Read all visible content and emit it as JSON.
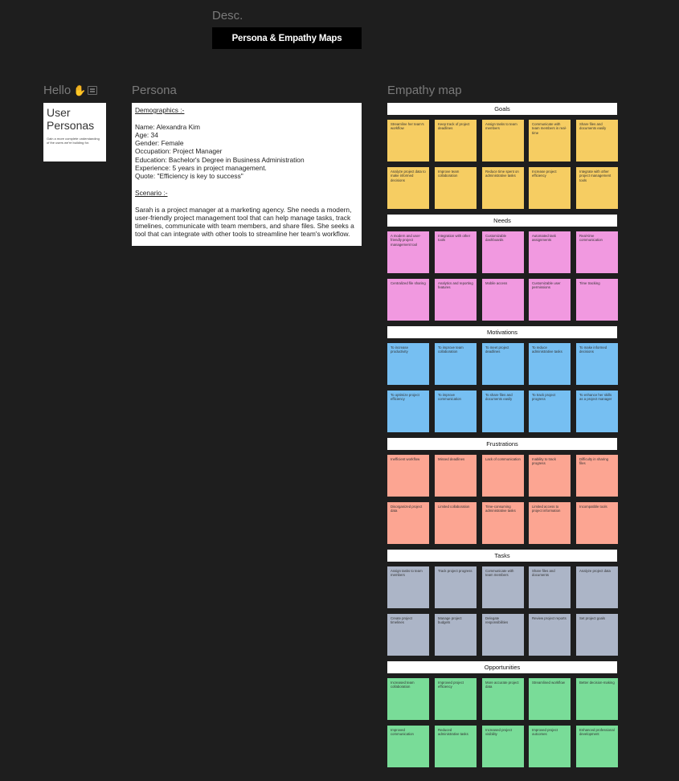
{
  "desc_label": "Desc.",
  "title_banner": "Persona & Empathy Maps",
  "hello": {
    "label": "Hello",
    "icons": [
      "waving-hand-icon",
      "card-icon"
    ]
  },
  "user_card": {
    "title": "User Personas",
    "subtitle": "Gain a more complete understanding of the users we're building for."
  },
  "persona": {
    "label": "Persona",
    "demographics_heading": "Demographics :-",
    "lines": [
      "Name: Alexandra Kim",
      "Age: 34",
      "Gender: Female",
      "Occupation: Project Manager",
      "Education: Bachelor's Degree in Business Administration",
      "Experience: 5 years in project management.",
      "Quote: \"Efficiency is key to success\""
    ],
    "scenario_heading": "Scenario :-",
    "scenario_text": "Sarah is a project manager at a marketing agency. She needs a modern, user-friendly project management tool that can help manage tasks, track timelines, communicate with team members, and share files. She seeks a tool that can integrate with other tools to streamline her team's workflow."
  },
  "empathy": {
    "label": "Empathy map",
    "sections": [
      {
        "title": "Goals",
        "color": "#f6cd62",
        "notes": [
          "Streamline her team's workflow",
          "Keep track of project deadlines",
          "Assign tasks to team members",
          "Communicate with team members in real-time",
          "Share files and documents easily",
          "Analyze project data to make informed decisions",
          "Improve team collaboration",
          "Reduce time spent on administrative tasks",
          "Increase project efficiency",
          "Integrate with other project management tools"
        ]
      },
      {
        "title": "Needs",
        "color": "#f199e0",
        "notes": [
          "A modern and user-friendly project management tool",
          "Integration with other tools",
          "Customizable dashboards",
          "Automated task assignments",
          "Real-time communication",
          "Centralized file sharing",
          "Analytics and reporting features",
          "Mobile access",
          "Customizable user permissions",
          "Time tracking"
        ]
      },
      {
        "title": "Motivations",
        "color": "#76bff2",
        "notes": [
          "To increase productivity",
          "To improve team collaboration",
          "To meet project deadlines",
          "To reduce administrative tasks",
          "To make informed decisions",
          "To optimize project efficiency",
          "To improve communication",
          "To share files and documents easily",
          "To track project progress",
          "To enhance her skills as a project manager"
        ]
      },
      {
        "title": "Frustrations",
        "color": "#fca592",
        "notes": [
          "Inefficient workflow",
          "Missed deadlines",
          "Lack of communication",
          "Inability to track progress",
          "Difficulty in sharing files",
          "Disorganized project data",
          "Limited collaboration",
          "Time-consuming administrative tasks",
          "Limited access to project information",
          "Incompatible tools"
        ]
      },
      {
        "title": "Tasks",
        "color": "#acb5c7",
        "notes": [
          "Assign tasks to team members",
          "Track project progress",
          "Communicate with team members",
          "Share files and documents",
          "Analyze project data",
          "Create project timelines",
          "Manage project budgets",
          "Delegate responsibilities",
          "Review project reports",
          "Set project goals"
        ]
      },
      {
        "title": "Opportunities",
        "color": "#79dc98",
        "notes": [
          "Increased team collaboration",
          "Improved project efficiency",
          "More accurate project data",
          "Streamlined workflow",
          "Better decision-making",
          "Improved communication",
          "Reduced administrative tasks",
          "Increased project visibility",
          "Improved project outcomes",
          "Enhanced professional development"
        ]
      }
    ]
  }
}
